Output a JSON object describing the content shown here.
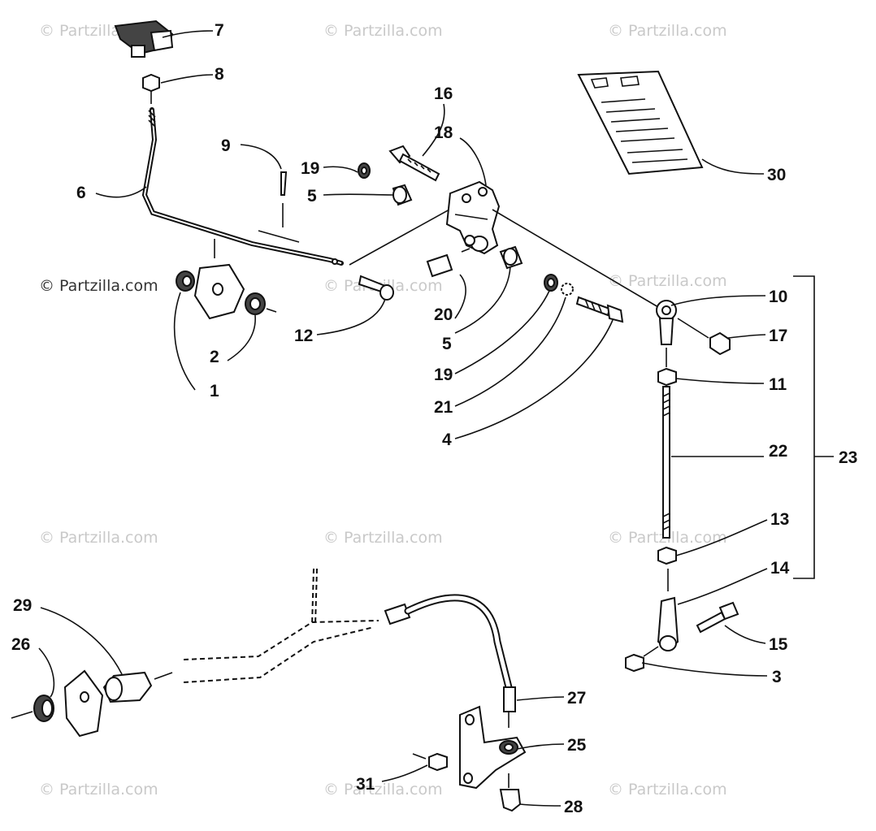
{
  "watermarks": [
    "© Partzilla.com",
    "© Partzilla.com",
    "© Partzilla.com",
    "© Partzilla.com",
    "© Partzilla.com",
    "© Partzilla.com",
    "© Partzilla.com",
    "© Partzilla.com",
    "© Partzilla.com",
    "© Partzilla.com",
    "© Partzilla.com",
    "© Partzilla.com"
  ],
  "callouts": {
    "c1": "1",
    "c2": "2",
    "c3": "3",
    "c4": "4",
    "c5a": "5",
    "c5b": "5",
    "c6": "6",
    "c7": "7",
    "c8": "8",
    "c9": "9",
    "c10": "10",
    "c11": "11",
    "c12": "12",
    "c13": "13",
    "c14": "14",
    "c15": "15",
    "c16": "16",
    "c17": "17",
    "c18": "18",
    "c19a": "19",
    "c19b": "19",
    "c20": "20",
    "c21": "21",
    "c22": "22",
    "c23": "23",
    "c25": "25",
    "c26": "26",
    "c27": "27",
    "c28": "28",
    "c29": "29",
    "c30": "30",
    "c31": "31"
  },
  "colors": {
    "ink": "#111111",
    "watermark": "#c9c9c9"
  }
}
